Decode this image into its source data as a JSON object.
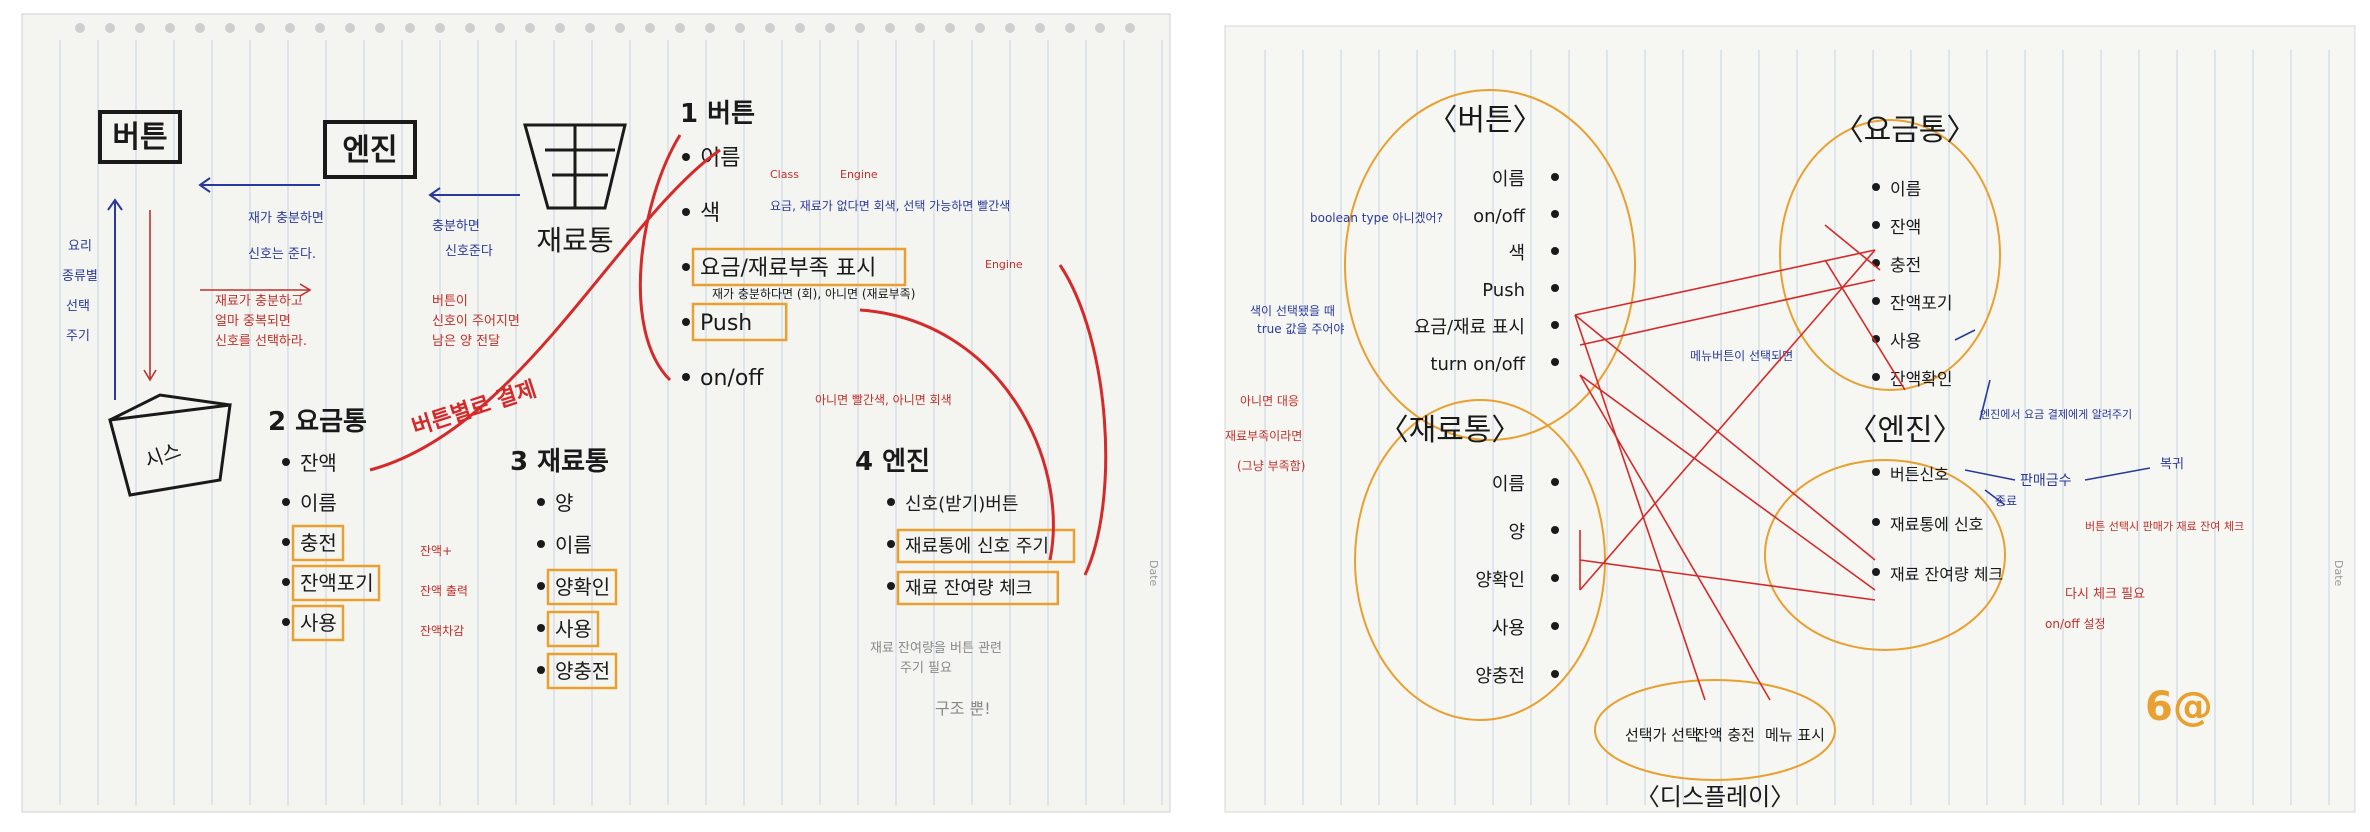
{
  "left_page": {
    "top_boxes": {
      "button": "버튼",
      "engine": "엔진",
      "trash": "재료통"
    },
    "flows": {
      "engine_to_button": [
        "재가 충분하면",
        "신호는 준다."
      ],
      "engine_to_button_red": [
        "재료가 충분하고",
        "얼마 중복되면",
        "신호를 선택하라."
      ],
      "trash_to_engine": [
        "충분하면",
        "신호준다"
      ],
      "trash_to_engine_red": [
        "버튼이",
        "신호이 주어지면",
        "남은 양 전달"
      ],
      "left_margin": [
        "요리",
        "종류별",
        "선택",
        "주기"
      ],
      "bin_label": "시스"
    },
    "section1": {
      "title": "1 버튼",
      "items": [
        "이름",
        "색",
        "요금/재료부족 표시",
        "Push",
        "on/off"
      ],
      "color_note": "요금, 재료가 없다면 회색, 선택 가능하면 빨간색",
      "shortage_note": "재가 충분하다면 (회), 아니면 (재료부족)",
      "onoff_note": "아니면 빨간색, 아니면 회색",
      "anno": [
        "Class",
        "Engine",
        "Engine"
      ]
    },
    "section2": {
      "title": "2 요금통",
      "items": [
        "잔액",
        "이름",
        "충전",
        "잔액포기",
        "사용"
      ],
      "side_notes": [
        "잔액+",
        "잔액 출력",
        "잔액차감"
      ],
      "red_link": "버튼별로 결제"
    },
    "section3": {
      "title": "3 재료통",
      "items": [
        "양",
        "이름",
        "양확인",
        "사용",
        "양충전"
      ]
    },
    "section4": {
      "title": "4 엔진",
      "items": [
        "신호(받기)버튼",
        "재료통에 신호 주기",
        "재료 잔여량 체크"
      ],
      "bottom_notes": [
        "재료 잔여량을 버튼 관련",
        "주기 필요"
      ],
      "exclaim": "구조 뿐!"
    }
  },
  "right_page": {
    "button_group": {
      "title": "〈버튼〉",
      "items": [
        "이름",
        "on/off",
        "색",
        "Push",
        "요금/재료 표시",
        "turn on/off"
      ],
      "note": "boolean type 아니겠어?"
    },
    "money_group": {
      "title": "〈요금통〉",
      "items": [
        "이름",
        "잔액",
        "충전",
        "잔액포기",
        "사용",
        "잔액확인"
      ]
    },
    "trash_group": {
      "title": "〈재료통〉",
      "items": [
        "이름",
        "양",
        "양확인",
        "사용",
        "양충전"
      ]
    },
    "engine_group": {
      "title": "〈엔진〉",
      "items": [
        "버튼신호",
        "재료통에 신호",
        "재료 잔여량 체크"
      ],
      "side_note": "엔진에서 요금 결제에게 알려주기",
      "results": [
        "판매금수",
        "복귀",
        "종료",
        "버튼 선택시 판매가 재료 잔여 체크"
      ],
      "check_note": "다시 체크 필요",
      "onoff_note": "on/off 설정"
    },
    "display_group": {
      "title": "〈디스플레이〉",
      "items": [
        "선택가 선택",
        "잔액 충전",
        "메뉴 표시"
      ]
    },
    "left_notes": [
      "색이 선택됐을 때",
      "true 값을 주어야",
      "아니면 대응",
      "재료부족이라면",
      "(그냥 부족함)"
    ],
    "middle_note": "메뉴버튼이 선택되면",
    "doodle": "6@"
  },
  "colors": {
    "red": "#d42a2a",
    "orange": "#e8a030",
    "ink": "#1a1a1a",
    "blue": "#2a3a9a",
    "rule": "#c8d4e4"
  }
}
